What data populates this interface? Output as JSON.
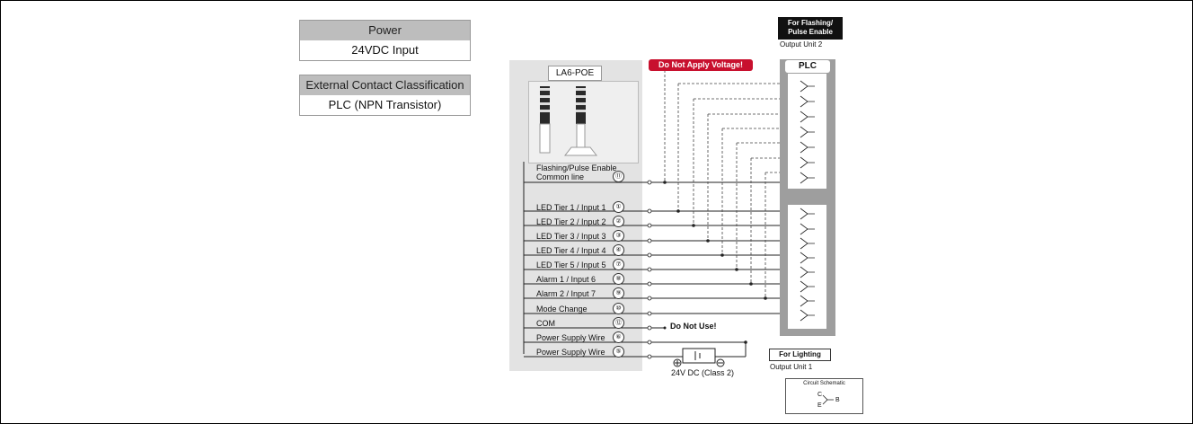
{
  "power_table": {
    "header": "Power",
    "value": "24VDC Input"
  },
  "contact_table": {
    "header": "External Contact Classification",
    "value": "PLC (NPN Transistor)"
  },
  "device": {
    "title": "LA6-POE"
  },
  "warning": "Do Not Apply Voltage!",
  "plc_label": "PLC",
  "output_unit_2": {
    "badge_line1": "For Flashing/",
    "badge_line2": "Pulse Enable",
    "label": "Output Unit 2"
  },
  "output_unit_1": {
    "badge": "For Lighting",
    "label": "Output Unit 1"
  },
  "flash_line": {
    "line1": "Flashing/Pulse Enable",
    "line2": "Common line",
    "num": "⑪"
  },
  "pins": [
    {
      "label": "LED Tier 1 / Input 1",
      "num": "①"
    },
    {
      "label": "LED Tier 2 / Input 2",
      "num": "②"
    },
    {
      "label": "LED Tier 3 / Input 3",
      "num": "③"
    },
    {
      "label": "LED Tier 4 / Input 4",
      "num": "④"
    },
    {
      "label": "LED Tier 5 / Input 5",
      "num": "⑦"
    },
    {
      "label": "Alarm 1 / Input 6",
      "num": "⑧"
    },
    {
      "label": "Alarm 2 / Input 7",
      "num": "⑨"
    },
    {
      "label": "Mode Change",
      "num": "⑩"
    },
    {
      "label": "COM",
      "num": "⑫"
    },
    {
      "label": "Power Supply Wire",
      "num": "⑥"
    },
    {
      "label": "Power Supply Wire",
      "num": "⑤"
    }
  ],
  "do_not_use": "Do Not Use!",
  "power_supply": "24V DC (Class 2)",
  "circuit_schematic": {
    "title": "Circuit Schematic",
    "c": "C",
    "b": "B",
    "e": "E"
  },
  "colors": {
    "warning": "#c8102e",
    "panel": "#e3e3e3",
    "plc_column": "#9e9e9e",
    "table_header": "#bdbdbd"
  }
}
